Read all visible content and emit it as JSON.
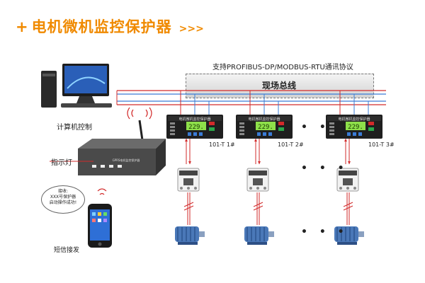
{
  "title": "电机微机监控保护器",
  "title_prefix": "+",
  "title_suffix": ">>>",
  "protocol_label": "支持PROFIBUS-DP/MODBUS-RTU通讯协议",
  "bus_label": "现场总线",
  "computer_label": "计算机控制",
  "indicator_label": "指示灯",
  "sms_label": "短信接发",
  "sms_bubble": {
    "line1": "接收:",
    "line2": "XXX号保护器",
    "line3": "启动操作成功!"
  },
  "gateway_text": "GPRS电机监控保护器",
  "devices": [
    {
      "id": "101-T 1#",
      "display": "229."
    },
    {
      "id": "101-T 2#",
      "display": "229."
    },
    {
      "id": "101-T 3#",
      "display": "229."
    }
  ],
  "device_header": "电机微机监控保护器",
  "ellipsis": "• • •",
  "colors": {
    "title": "#f08a00",
    "red_line": "#d22a2a",
    "blue_line": "#3a7bd5",
    "display_green": "#8ee04a"
  }
}
